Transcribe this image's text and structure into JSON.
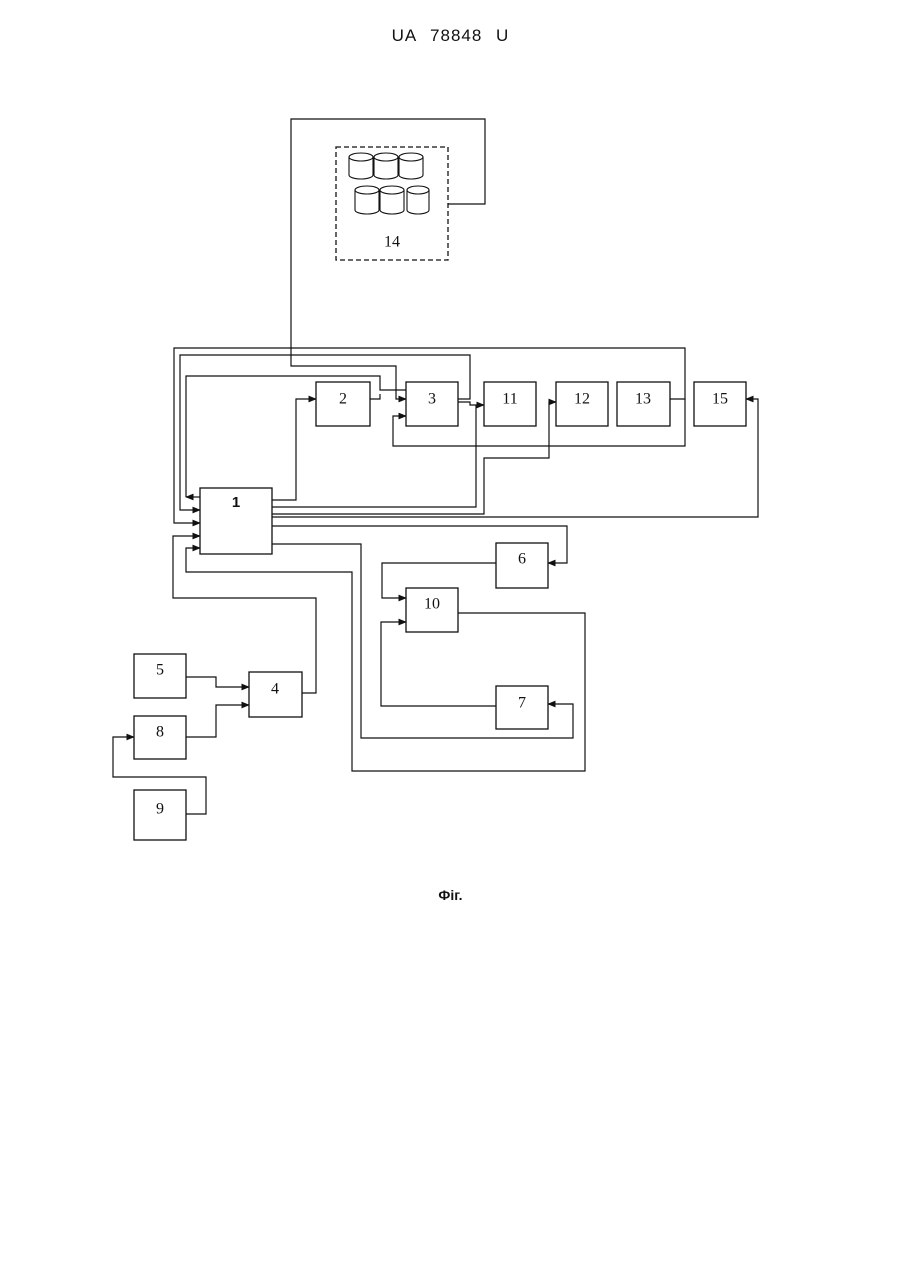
{
  "header": {
    "doc_number": "UA 78848 U"
  },
  "caption": "Фіг.",
  "blocks": {
    "b1": "1",
    "b2": "2",
    "b3": "3",
    "b4": "4",
    "b5": "5",
    "b6": "6",
    "b7": "7",
    "b8": "8",
    "b9": "9",
    "b10": "10",
    "b11": "11",
    "b12": "12",
    "b13": "13",
    "b14": "14",
    "b15": "15"
  }
}
